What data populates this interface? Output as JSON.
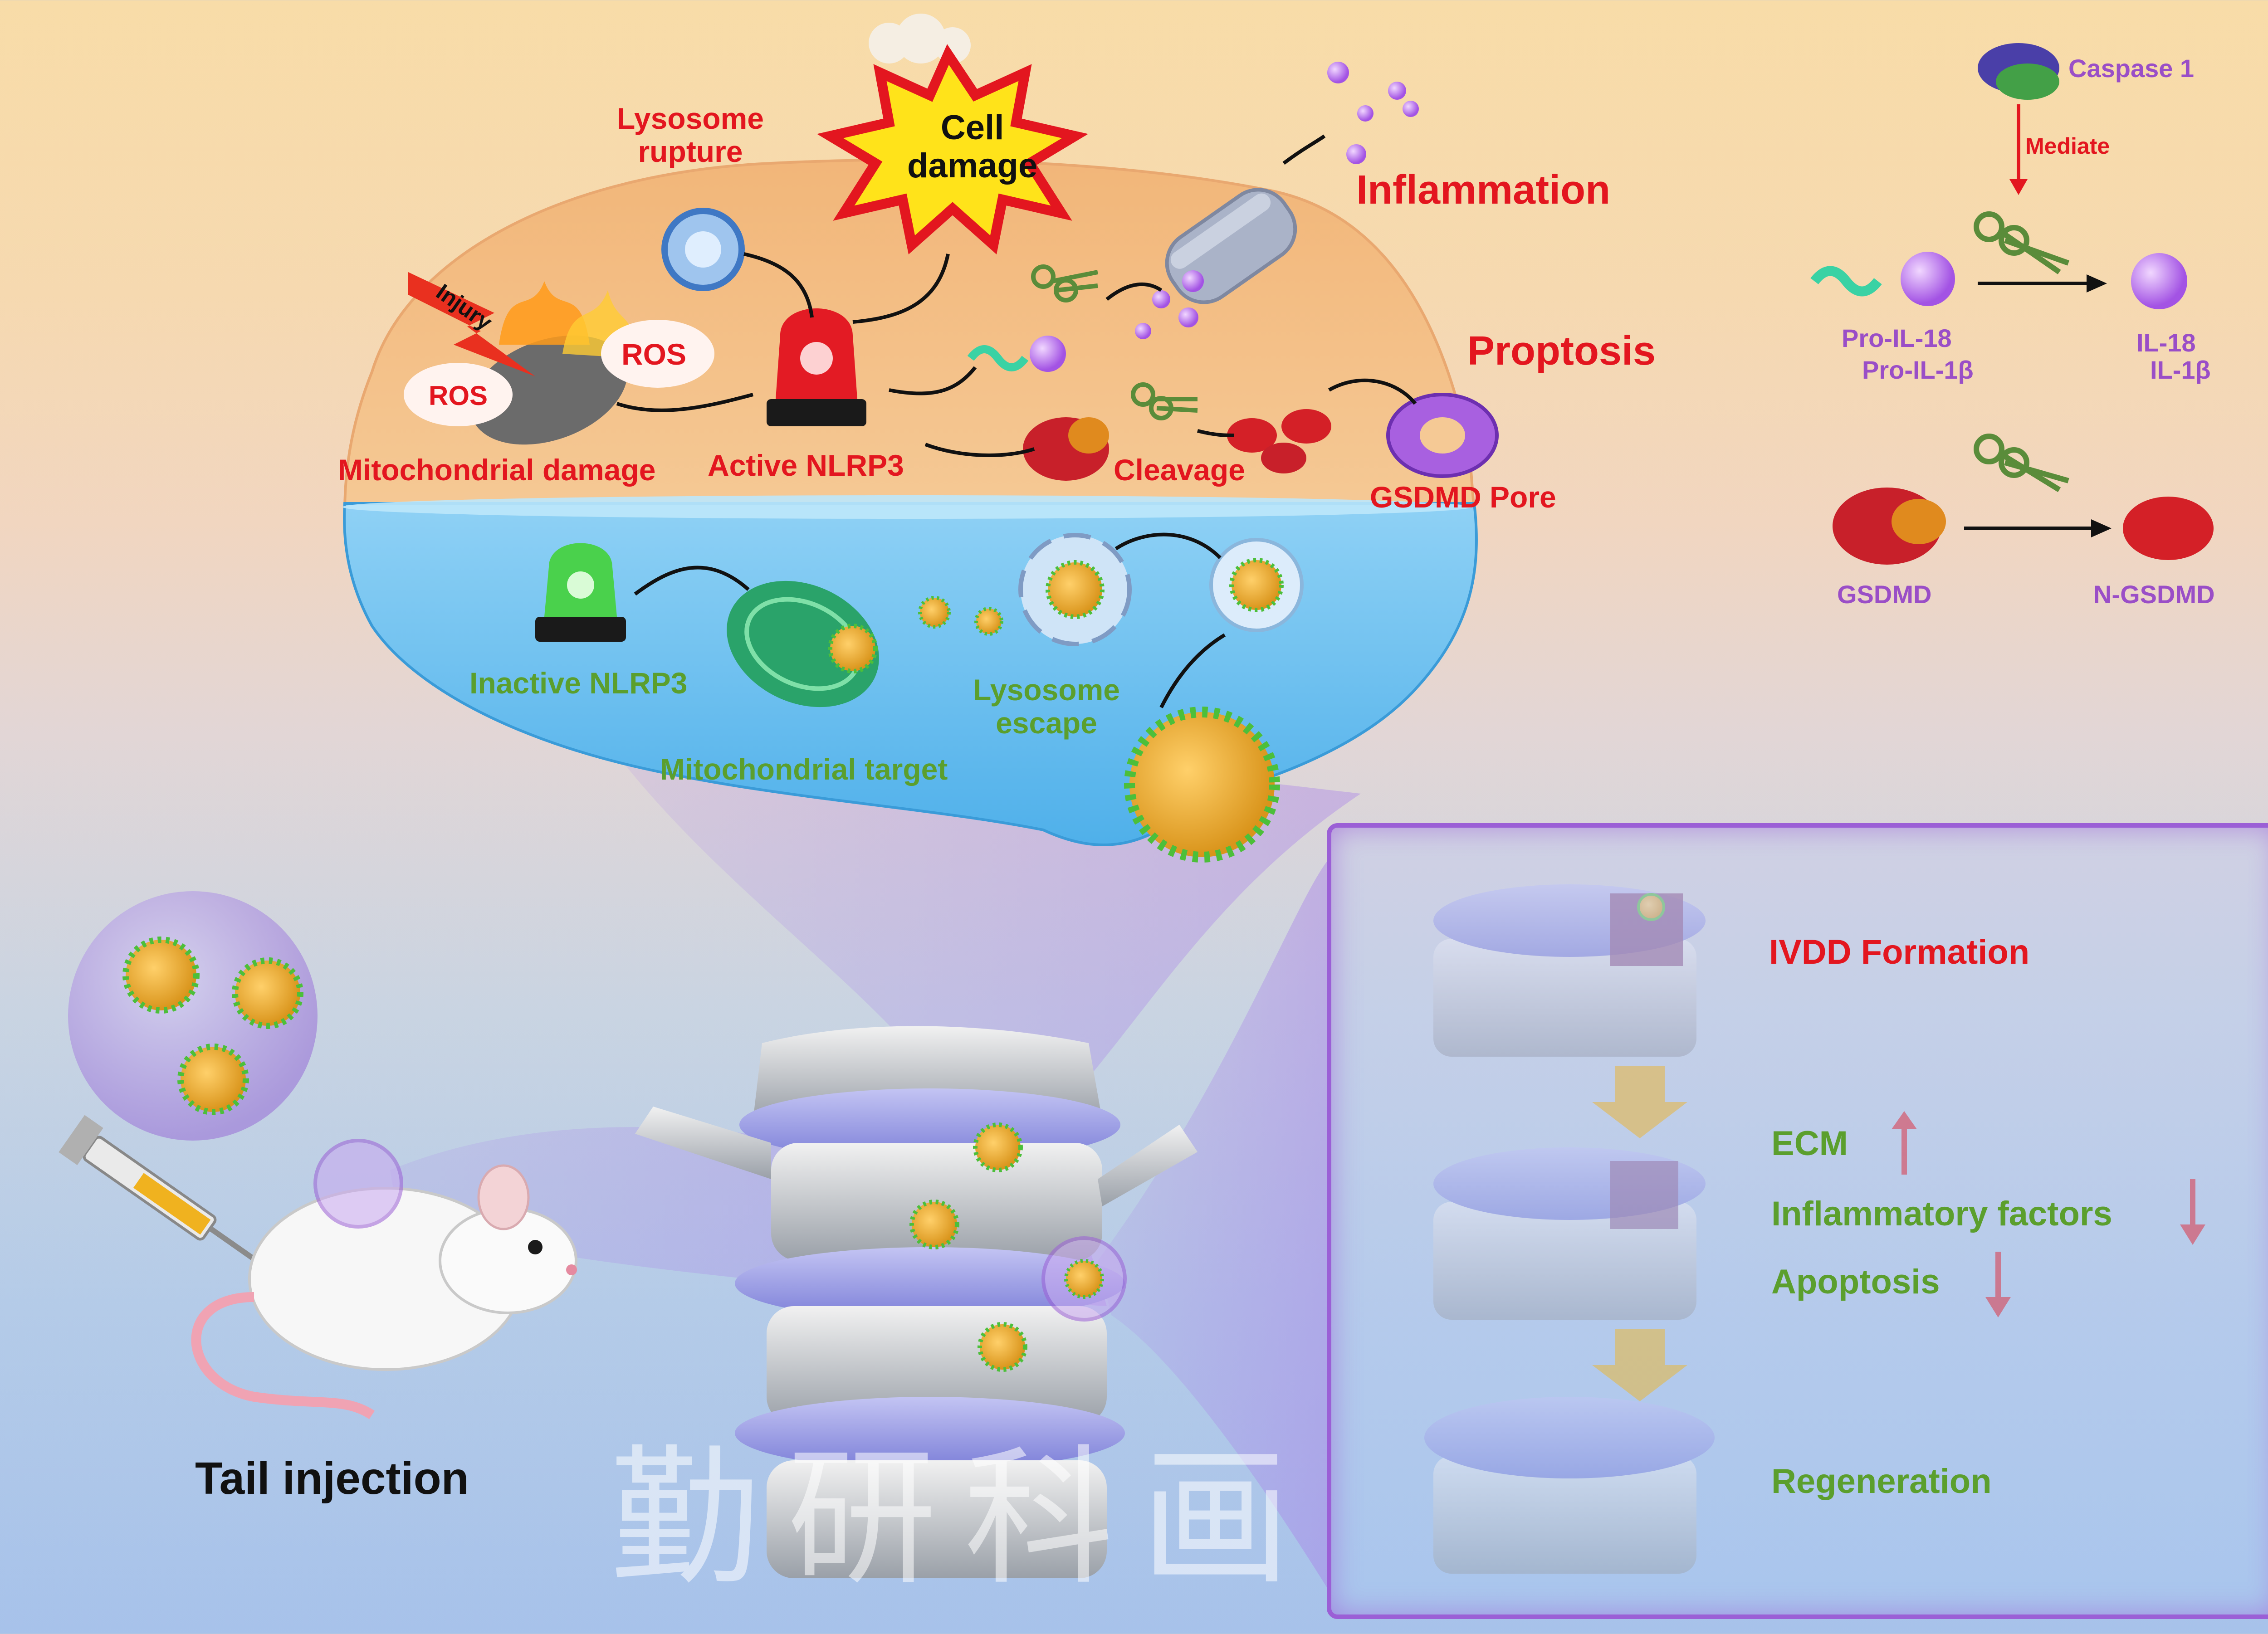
{
  "cell": {
    "lysosome_rupture": "Lysosome\nrupture",
    "cell_damage": "Cell\ndamage",
    "inflammation": "Inflammation",
    "proptosis": "Proptosis",
    "injury": "Injury",
    "ros_1": "ROS",
    "ros_2": "ROS",
    "mitochondrial_damage": "Mitochondrial damage",
    "active_nlrp3": "Active NLRP3",
    "cleavage": "Cleavage",
    "gsdmd_pore": "GSDMD Pore",
    "inactive_nlrp3": "Inactive NLRP3",
    "mitochondrial_target": "Mitochondrial target",
    "lysosome_escape": "Lysosome\nescape"
  },
  "legend": {
    "caspase1": "Caspase 1",
    "mediate": "Mediate",
    "pro_il18": "Pro-IL-18",
    "pro_il1b": "Pro-IL-1β",
    "il18": "IL-18",
    "il1b": "IL-1β",
    "gsdmd": "GSDMD",
    "n_gsdmd": "N-GSDMD"
  },
  "panel": {
    "ivdd_formation": "IVDD Formation",
    "ecm": "ECM",
    "inflammatory_factors": "Inflammatory factors",
    "apoptosis": "Apoptosis",
    "regeneration": "Regeneration"
  },
  "tail_injection": "Tail injection",
  "watermark": "勤研科画",
  "colors": {
    "red_label": "#e3161f",
    "green_label": "#5b9f2d",
    "purple_label": "#9a4ec7",
    "panel_border": "#9b5fd6"
  }
}
